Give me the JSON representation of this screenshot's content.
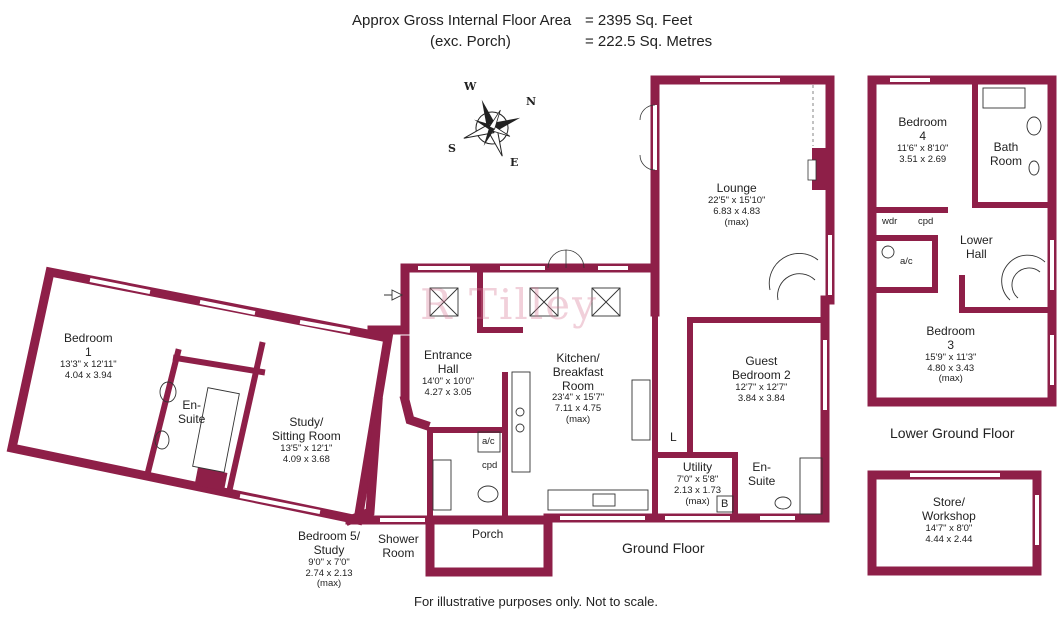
{
  "header": {
    "line1_label": "Approx Gross Internal Floor Area",
    "line1_value": "= 2395 Sq. Feet",
    "line2_label": "(exc. Porch)",
    "line2_value": "= 222.5 Sq. Metres"
  },
  "watermark": "R Tilley",
  "compass": {
    "n": "N",
    "e": "E",
    "s": "S",
    "w": "W"
  },
  "rooms": {
    "bedroom1": {
      "name1": "Bedroom",
      "name2": "1",
      "imperial": "13'3\" x 12'11\"",
      "metric": "4.04  x  3.94"
    },
    "ensuite1": {
      "name1": "En-",
      "name2": "Suite"
    },
    "study": {
      "name1": "Study/",
      "name2": "Sitting Room",
      "imperial": "13'5\" x 12'1\"",
      "metric": "4.09  x  3.68"
    },
    "entrance": {
      "name1": "Entrance",
      "name2": "Hall",
      "imperial": "14'0\" x 10'0\"",
      "metric": "4.27  x  3.05"
    },
    "kitchen": {
      "name1": "Kitchen/",
      "name2": "Breakfast",
      "name3": "Room",
      "imperial": "23'4\" x 15'7\"",
      "metric": "7.11  x  4.75",
      "note": "(max)"
    },
    "lounge": {
      "name1": "Lounge",
      "imperial": "22'5\" x 15'10\"",
      "metric": "6.83  x  4.83",
      "note": "(max)"
    },
    "guest": {
      "name1": "Guest",
      "name2": "Bedroom 2",
      "imperial": "12'7\" x 12'7\"",
      "metric": "3.84  x  3.84"
    },
    "utility": {
      "name1": "Utility",
      "imperial": "7'0\"  x  5'8\"",
      "metric": "2.13  x  1.73",
      "note": "(max)"
    },
    "ensuite2": {
      "name1": "En-",
      "name2": "Suite"
    },
    "porch": {
      "name1": "Porch"
    },
    "shower": {
      "name1": "Shower",
      "name2": "Room"
    },
    "bedroom5": {
      "name1": "Bedroom 5/",
      "name2": "Study",
      "imperial": "9'0\"  x  7'0\"",
      "metric": "2.74  x  2.13",
      "note": "(max)"
    },
    "bedroom4": {
      "name1": "Bedroom",
      "name2": "4",
      "imperial": "11'6\" x 8'10\"",
      "metric": "3.51  x  2.69"
    },
    "bath": {
      "name1": "Bath",
      "name2": "Room"
    },
    "lowerhall": {
      "name1": "Lower",
      "name2": "Hall"
    },
    "bedroom3": {
      "name1": "Bedroom",
      "name2": "3",
      "imperial": "15'9\" x 11'3\"",
      "metric": "4.80  x  3.43",
      "note": "(max)"
    },
    "store": {
      "name1": "Store/",
      "name2": "Workshop",
      "imperial": "14'7\" x 8'0\"",
      "metric": "4.44  x  2.44"
    }
  },
  "small_labels": {
    "ac1": "a/c",
    "cpd1": "cpd",
    "L": "L",
    "B": "B",
    "wdr": "wdr",
    "cpd2": "cpd",
    "ac2": "a/c"
  },
  "floors": {
    "ground": "Ground Floor",
    "lower": "Lower Ground Floor"
  },
  "footer": "For illustrative purposes only. Not to scale.",
  "colors": {
    "wall": "#8e1f48",
    "wall_edge": "#5a0f2c",
    "window": "#ffffff",
    "ink": "#222222"
  }
}
